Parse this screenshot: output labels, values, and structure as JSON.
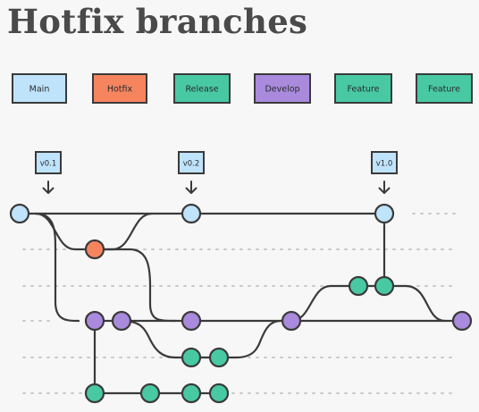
{
  "title": "Hotfix branches",
  "colors": {
    "main": "#bfe3fb",
    "hotfix": "#f6845f",
    "release": "#48c9a4",
    "develop": "#a98add",
    "feature": "#48c9a4"
  },
  "legend": [
    {
      "label": "Main",
      "branch": "main"
    },
    {
      "label": "Hotfix",
      "branch": "hotfix"
    },
    {
      "label": "Release",
      "branch": "release"
    },
    {
      "label": "Develop",
      "branch": "develop"
    },
    {
      "label": "Feature",
      "branch": "feature"
    },
    {
      "label": "Feature",
      "branch": "feature"
    }
  ],
  "tags": [
    {
      "label": "v0.1"
    },
    {
      "label": "v0.2"
    },
    {
      "label": "v1.0"
    }
  ]
}
